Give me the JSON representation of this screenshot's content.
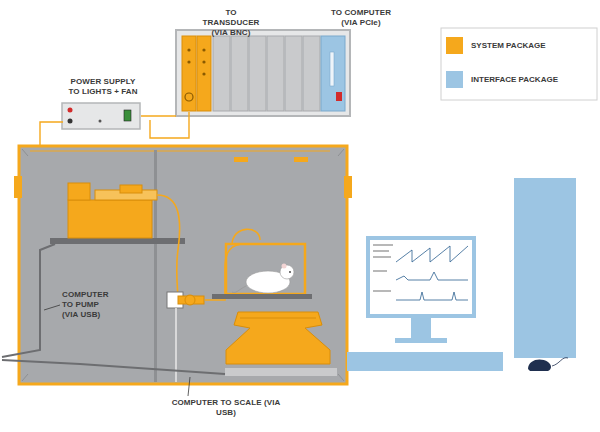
{
  "diagram": {
    "labels": [
      "TO TRANSDUCER (VIA BNC)",
      "TO COMPUTER (VIA PCIe)",
      "POWER SUPPLY TO LIGHTS + FAN",
      "COMPUTER TO PUMP (VIA USB)",
      "COMPUTER TO SCALE (VIA USB)"
    ],
    "legend": [
      {
        "text": "SYSTEM PACKAGE",
        "color": "#f5a81c"
      },
      {
        "text": "INTERFACE PACKAGE",
        "color": "#9cc5e3"
      }
    ]
  }
}
